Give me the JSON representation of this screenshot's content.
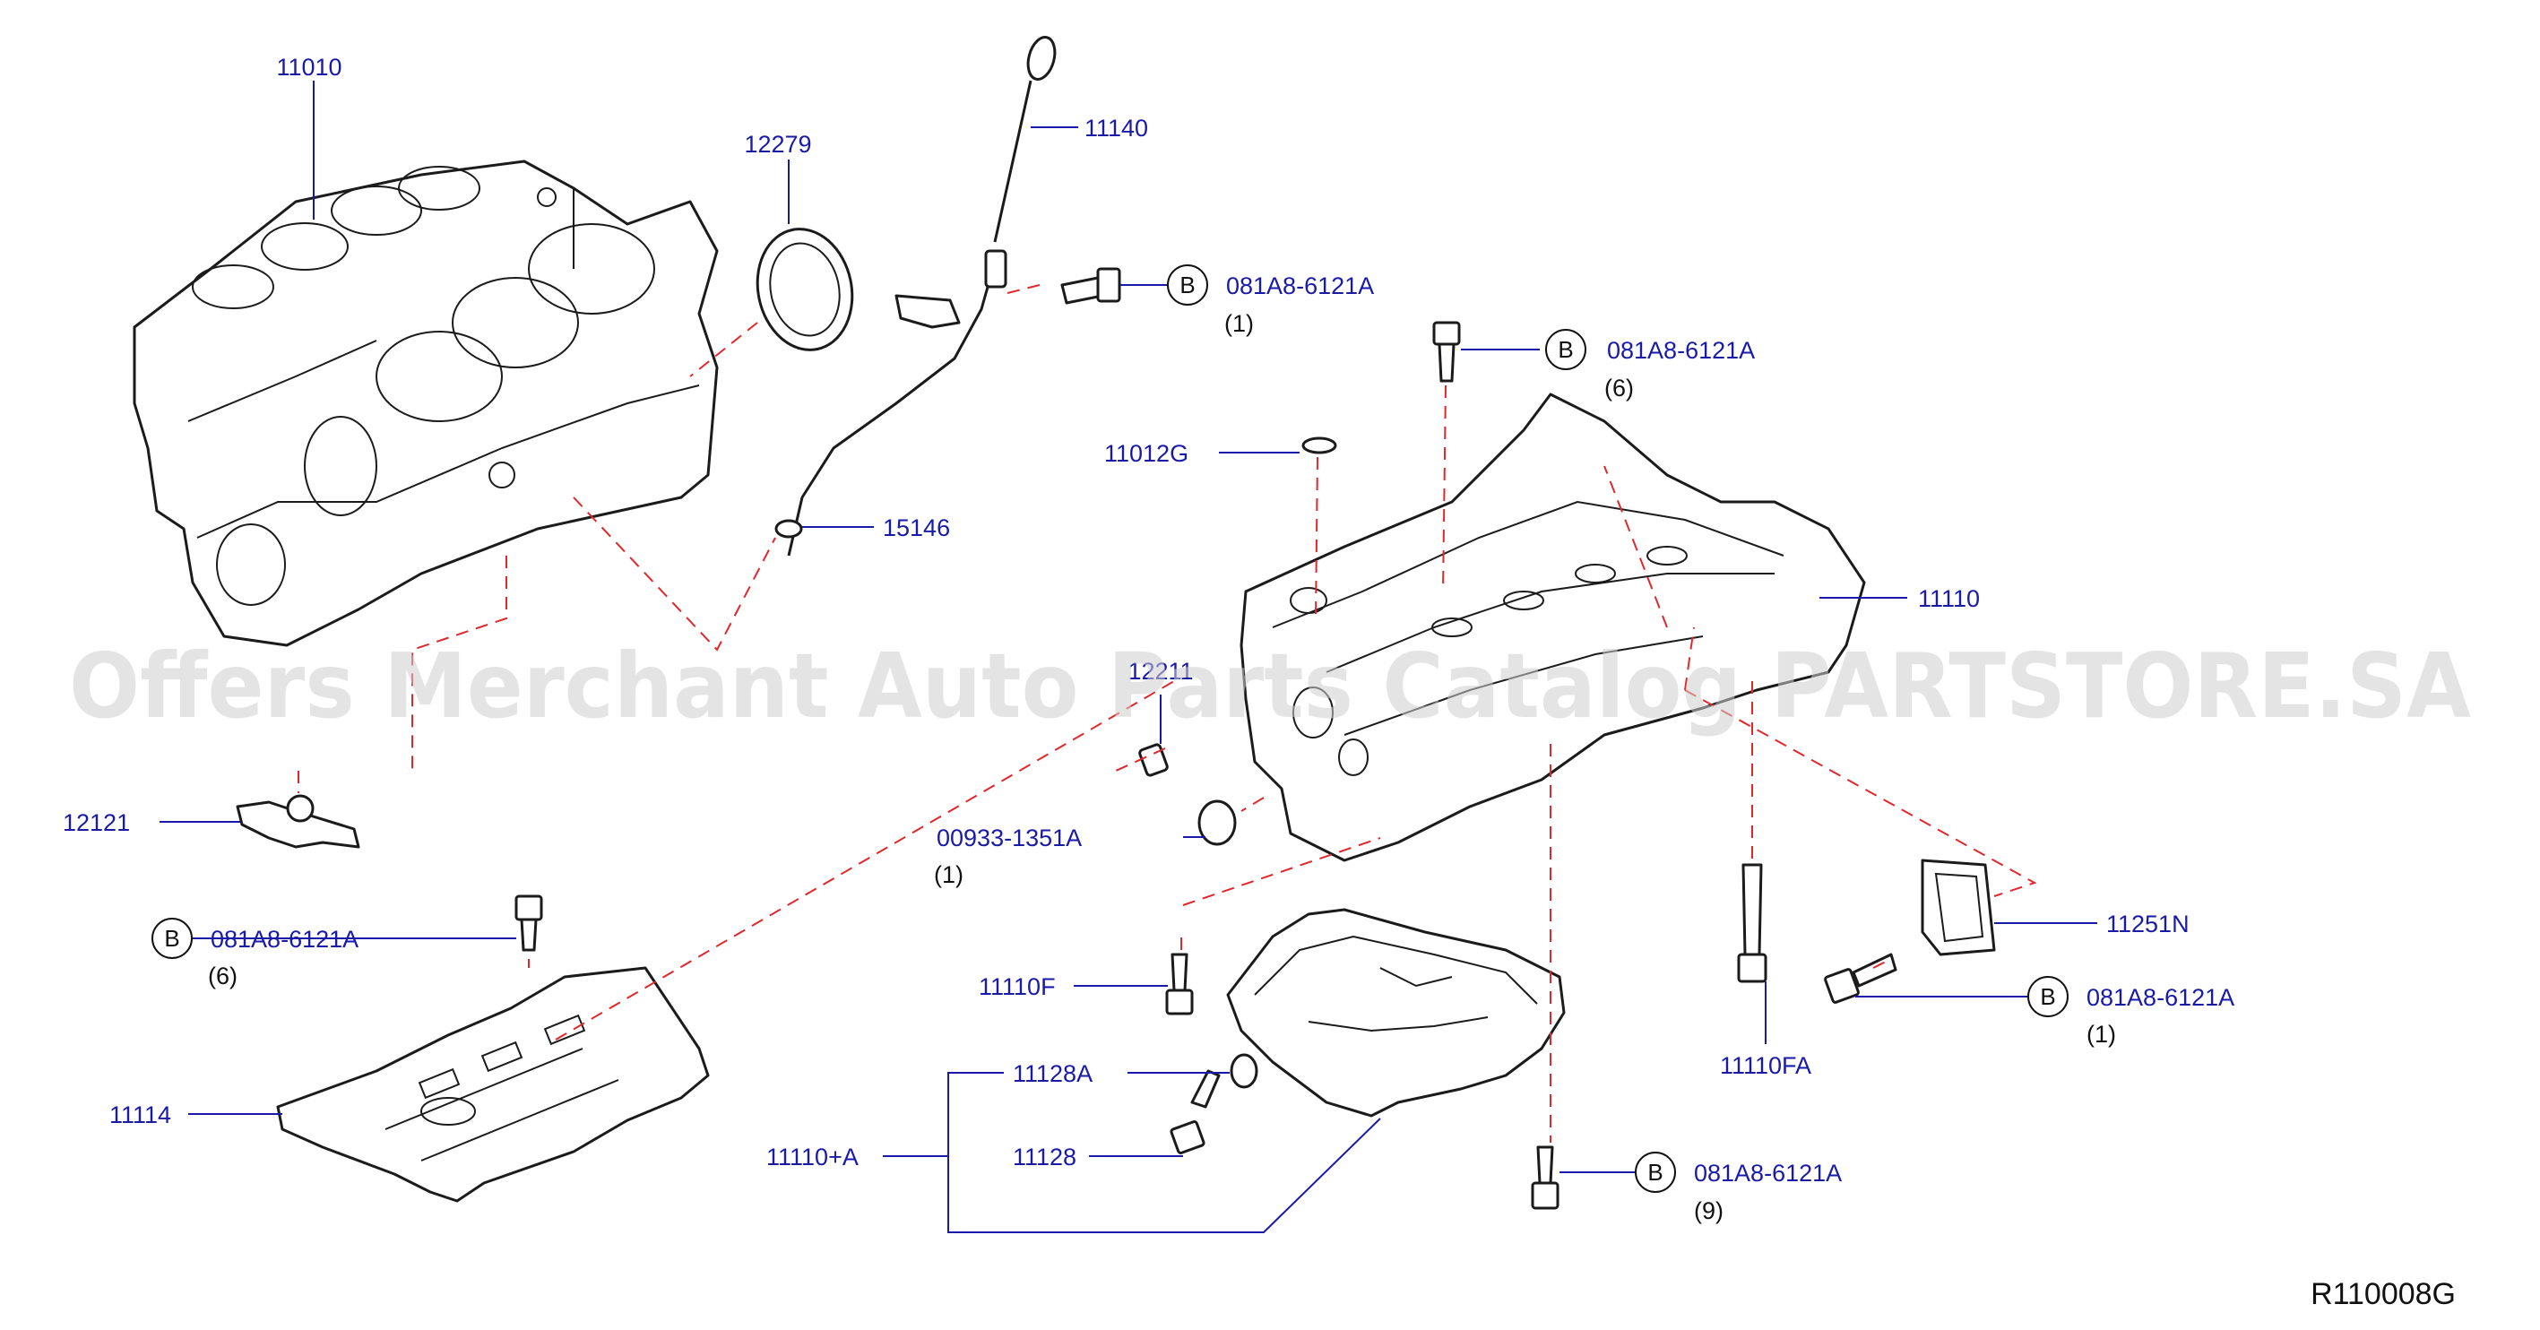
{
  "diagram": {
    "reference_code": "R110008G",
    "watermark": "Offers Merchant Auto Parts Catalog PARTSTORE.SA",
    "bolt_code_letter": "B",
    "colors": {
      "callout": "#1a1aa8",
      "phantom_line": "#e0282c",
      "outline": "#1b1b1b",
      "watermark": "#cfcfcf"
    },
    "callouts": {
      "c11010": "11010",
      "c12279": "12279",
      "c11140": "11140",
      "c15146": "15146",
      "c12121": "12121",
      "c11114": "11114",
      "c11012g": "11012G",
      "c11110": "11110",
      "c12211": "12211",
      "c00933": "00933-1351A",
      "c11110f": "11110F",
      "c11128a": "11128A",
      "c11110a": "11110+A",
      "c11128": "11128",
      "c11110fa": "11110FA",
      "c11251n": "11251N"
    },
    "bolt_callouts": {
      "b1": {
        "part": "081A8-6121A",
        "qty": "(1)"
      },
      "b2": {
        "part": "081A8-6121A",
        "qty": "(6)"
      },
      "b3": {
        "part": "081A8-6121A",
        "qty": "(6)"
      },
      "b4": {
        "part": "081A8-6121A",
        "qty": "(1)"
      },
      "b5": {
        "part": "081A8-6121A",
        "qty": "(9)"
      }
    },
    "qty_labels": {
      "q00933": "(1)"
    }
  }
}
